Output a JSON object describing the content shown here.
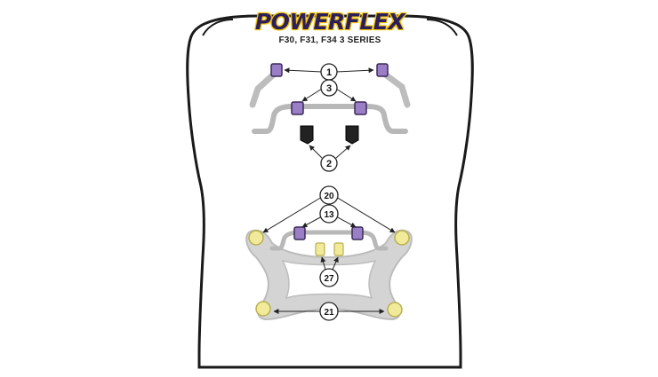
{
  "header": {
    "brand": "POWERFLEX",
    "model": "F30, F31, F34 3 SERIES"
  },
  "callouts": {
    "c1": "1",
    "c2": "2",
    "c3": "3",
    "c13": "13",
    "c20": "20",
    "c21": "21",
    "c27": "27"
  },
  "colors": {
    "bushing_purple": "#9b7fc6",
    "bushing_yellow": "#f0ea9a",
    "bushing_black": "#222222",
    "car_outline": "#1a1a1a",
    "tyre": "#1f1f1f",
    "subframe": "#cfcfcf",
    "arb": "#b8b8b8"
  }
}
